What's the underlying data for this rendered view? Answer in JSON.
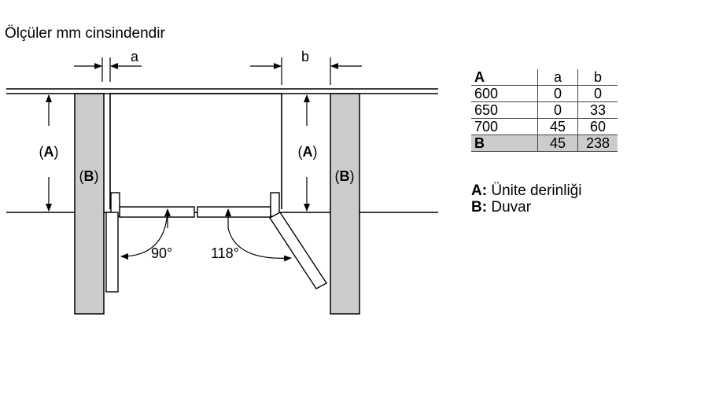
{
  "title": "Ölçüler mm cinsindendir",
  "diagram": {
    "gap_label_a": "a",
    "gap_label_b": "b",
    "depth_label_open": "(",
    "depth_label_letter": "A",
    "depth_label_close": ")",
    "wall_label_open": "(",
    "wall_label_letter": "B",
    "wall_label_close": ")",
    "angle_left": "90°",
    "angle_right": "118°"
  },
  "table": {
    "header": [
      "A",
      "a",
      "b"
    ],
    "rows": [
      [
        "600",
        "0",
        "0"
      ],
      [
        "650",
        "0",
        "33"
      ],
      [
        "700",
        "45",
        "60"
      ]
    ],
    "shaded_row": [
      "B",
      "45",
      "238"
    ]
  },
  "legend": {
    "a_key": "A:",
    "a_text": " Ünite derinliği",
    "b_key": "B:",
    "b_text": " Duvar"
  },
  "colors": {
    "wall_fill": "#cccccc",
    "line": "#000000",
    "table_shade": "#cccccc"
  }
}
